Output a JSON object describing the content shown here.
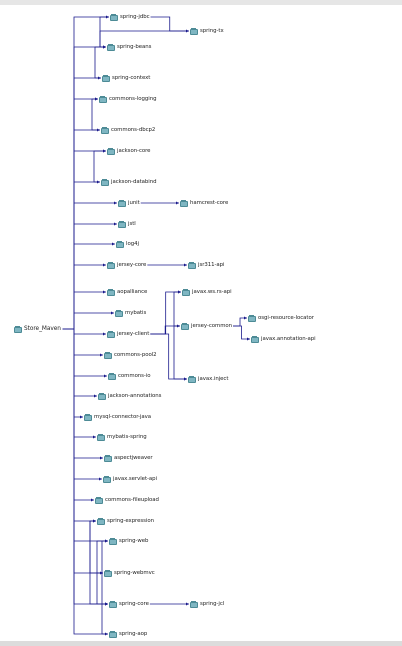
{
  "diagram": {
    "title": "Store_Maven",
    "root": "Store_Maven",
    "colors": {
      "edge": "#1a1a8c",
      "node_icon": "#7fb6c2",
      "label": "#222222"
    },
    "nodes": [
      "Store_Maven",
      "spring-jdbc",
      "spring-tx",
      "spring-beans",
      "spring-context",
      "commons-logging",
      "commons-dbcp2",
      "jackson-core",
      "jackson-databind",
      "junit",
      "hamcrest-core",
      "jstl",
      "log4j",
      "jersey-core",
      "jsr311-api",
      "aopalliance",
      "mybatis",
      "jersey-client",
      "javax.ws.rs-api",
      "jersey-common",
      "osgi-resource-locator",
      "javax.annotation-api",
      "javax.inject",
      "commons-pool2",
      "commons-io",
      "jackson-annotations",
      "mysql-connector-java",
      "mybatis-spring",
      "aspectjweaver",
      "javax.servlet-api",
      "commons-fileupload",
      "spring-expression",
      "spring-web",
      "spring-webmvc",
      "spring-core",
      "spring-jcl",
      "spring-aop"
    ],
    "edges": [
      [
        "Store_Maven",
        "spring-jdbc"
      ],
      [
        "Store_Maven",
        "spring-beans"
      ],
      [
        "Store_Maven",
        "spring-context"
      ],
      [
        "Store_Maven",
        "commons-logging"
      ],
      [
        "Store_Maven",
        "commons-dbcp2"
      ],
      [
        "Store_Maven",
        "jackson-core"
      ],
      [
        "Store_Maven",
        "jackson-databind"
      ],
      [
        "Store_Maven",
        "junit"
      ],
      [
        "Store_Maven",
        "jstl"
      ],
      [
        "Store_Maven",
        "log4j"
      ],
      [
        "Store_Maven",
        "jersey-core"
      ],
      [
        "Store_Maven",
        "aopalliance"
      ],
      [
        "Store_Maven",
        "mybatis"
      ],
      [
        "Store_Maven",
        "jersey-client"
      ],
      [
        "Store_Maven",
        "commons-pool2"
      ],
      [
        "Store_Maven",
        "commons-io"
      ],
      [
        "Store_Maven",
        "jackson-annotations"
      ],
      [
        "Store_Maven",
        "mysql-connector-java"
      ],
      [
        "Store_Maven",
        "mybatis-spring"
      ],
      [
        "Store_Maven",
        "aspectjweaver"
      ],
      [
        "Store_Maven",
        "javax.servlet-api"
      ],
      [
        "Store_Maven",
        "commons-fileupload"
      ],
      [
        "Store_Maven",
        "spring-expression"
      ],
      [
        "Store_Maven",
        "spring-web"
      ],
      [
        "Store_Maven",
        "spring-webmvc"
      ],
      [
        "Store_Maven",
        "spring-core"
      ],
      [
        "Store_Maven",
        "spring-aop"
      ],
      [
        "spring-jdbc",
        "spring-tx"
      ],
      [
        "spring-tx",
        "spring-beans"
      ],
      [
        "spring-jdbc",
        "spring-beans"
      ],
      [
        "spring-context",
        "spring-beans"
      ],
      [
        "commons-dbcp2",
        "commons-logging"
      ],
      [
        "jackson-databind",
        "jackson-core"
      ],
      [
        "junit",
        "hamcrest-core"
      ],
      [
        "jersey-core",
        "jsr311-api"
      ],
      [
        "jersey-client",
        "javax.ws.rs-api"
      ],
      [
        "jersey-client",
        "jersey-common"
      ],
      [
        "jersey-client",
        "javax.inject"
      ],
      [
        "jersey-common",
        "javax.ws.rs-api"
      ],
      [
        "jersey-common",
        "javax.inject"
      ],
      [
        "jersey-common",
        "osgi-resource-locator"
      ],
      [
        "jersey-common",
        "javax.annotation-api"
      ],
      [
        "spring-expression",
        "spring-core"
      ],
      [
        "spring-web",
        "spring-core"
      ],
      [
        "spring-webmvc",
        "spring-web"
      ],
      [
        "spring-webmvc",
        "spring-expression"
      ],
      [
        "spring-webmvc",
        "spring-core"
      ],
      [
        "spring-aop",
        "spring-core"
      ],
      [
        "spring-core",
        "spring-jcl"
      ]
    ]
  }
}
